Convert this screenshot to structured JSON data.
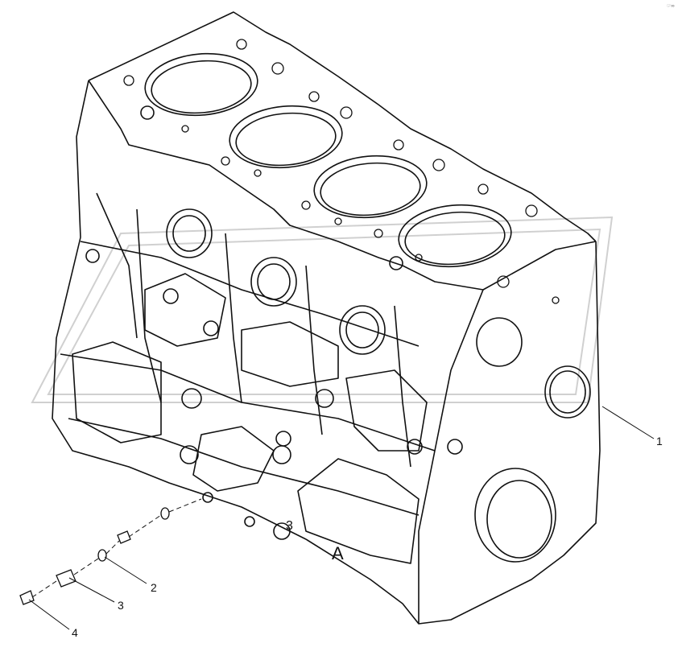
{
  "callouts": [
    {
      "id": "1",
      "label": "1"
    },
    {
      "id": "2",
      "label": "2"
    },
    {
      "id": "3",
      "label": "3"
    },
    {
      "id": "4",
      "label": "4"
    }
  ],
  "cast_marks": {
    "letter_a": "A",
    "digit_3": "3"
  },
  "corner_mark": "☞∞",
  "colors": {
    "line": "#111111",
    "watermark": "#d0d0d0",
    "background": "#ffffff"
  },
  "icons": [
    "engine-block-drawing",
    "watermark-logo"
  ]
}
